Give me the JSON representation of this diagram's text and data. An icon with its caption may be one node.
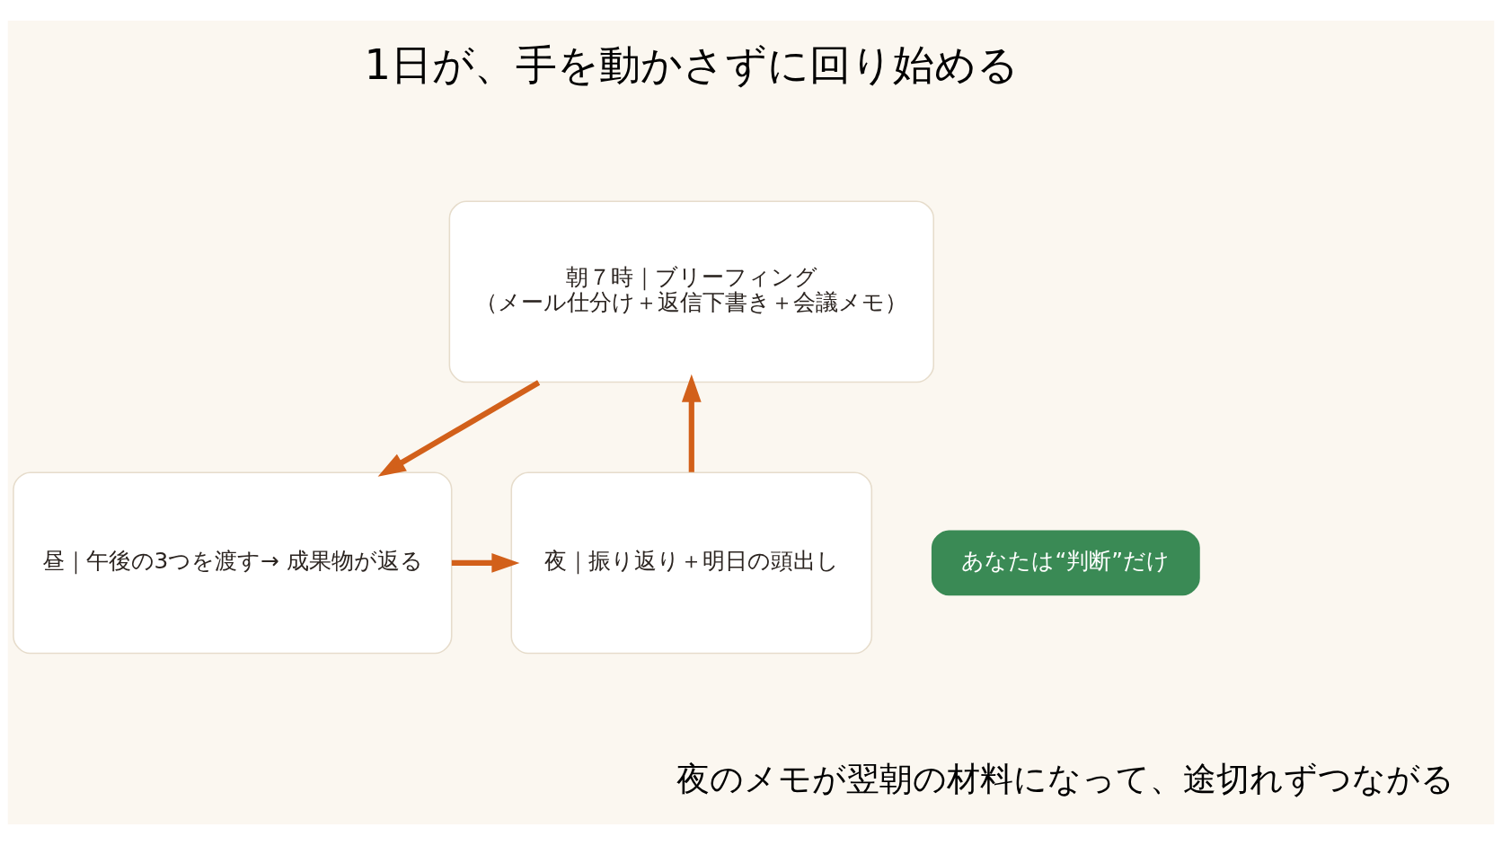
{
  "diagram": {
    "title": "1日が、手を動かさずに回り始める",
    "caption": "夜のメモが翌朝の材料になって、途切れずつながる",
    "nodes": [
      {
        "text": [
          "朝７時｜ブリーフィング",
          "（メール仕分け＋返信下書き＋会議メモ）"
        ]
      },
      {
        "text": [
          "昼｜午後の3つを渡す→ 成果物が返る"
        ]
      },
      {
        "text": [
          "夜｜振り返り＋明日の頭出し"
        ]
      },
      {
        "text": [
          "あなたは“判断”だけ"
        ]
      }
    ],
    "edges": [
      {
        "from": 0,
        "to": 1,
        "arrow": "to"
      },
      {
        "from": 1,
        "to": 2,
        "arrow": "to"
      },
      {
        "from": 2,
        "to": 0,
        "arrow": "to"
      }
    ]
  }
}
